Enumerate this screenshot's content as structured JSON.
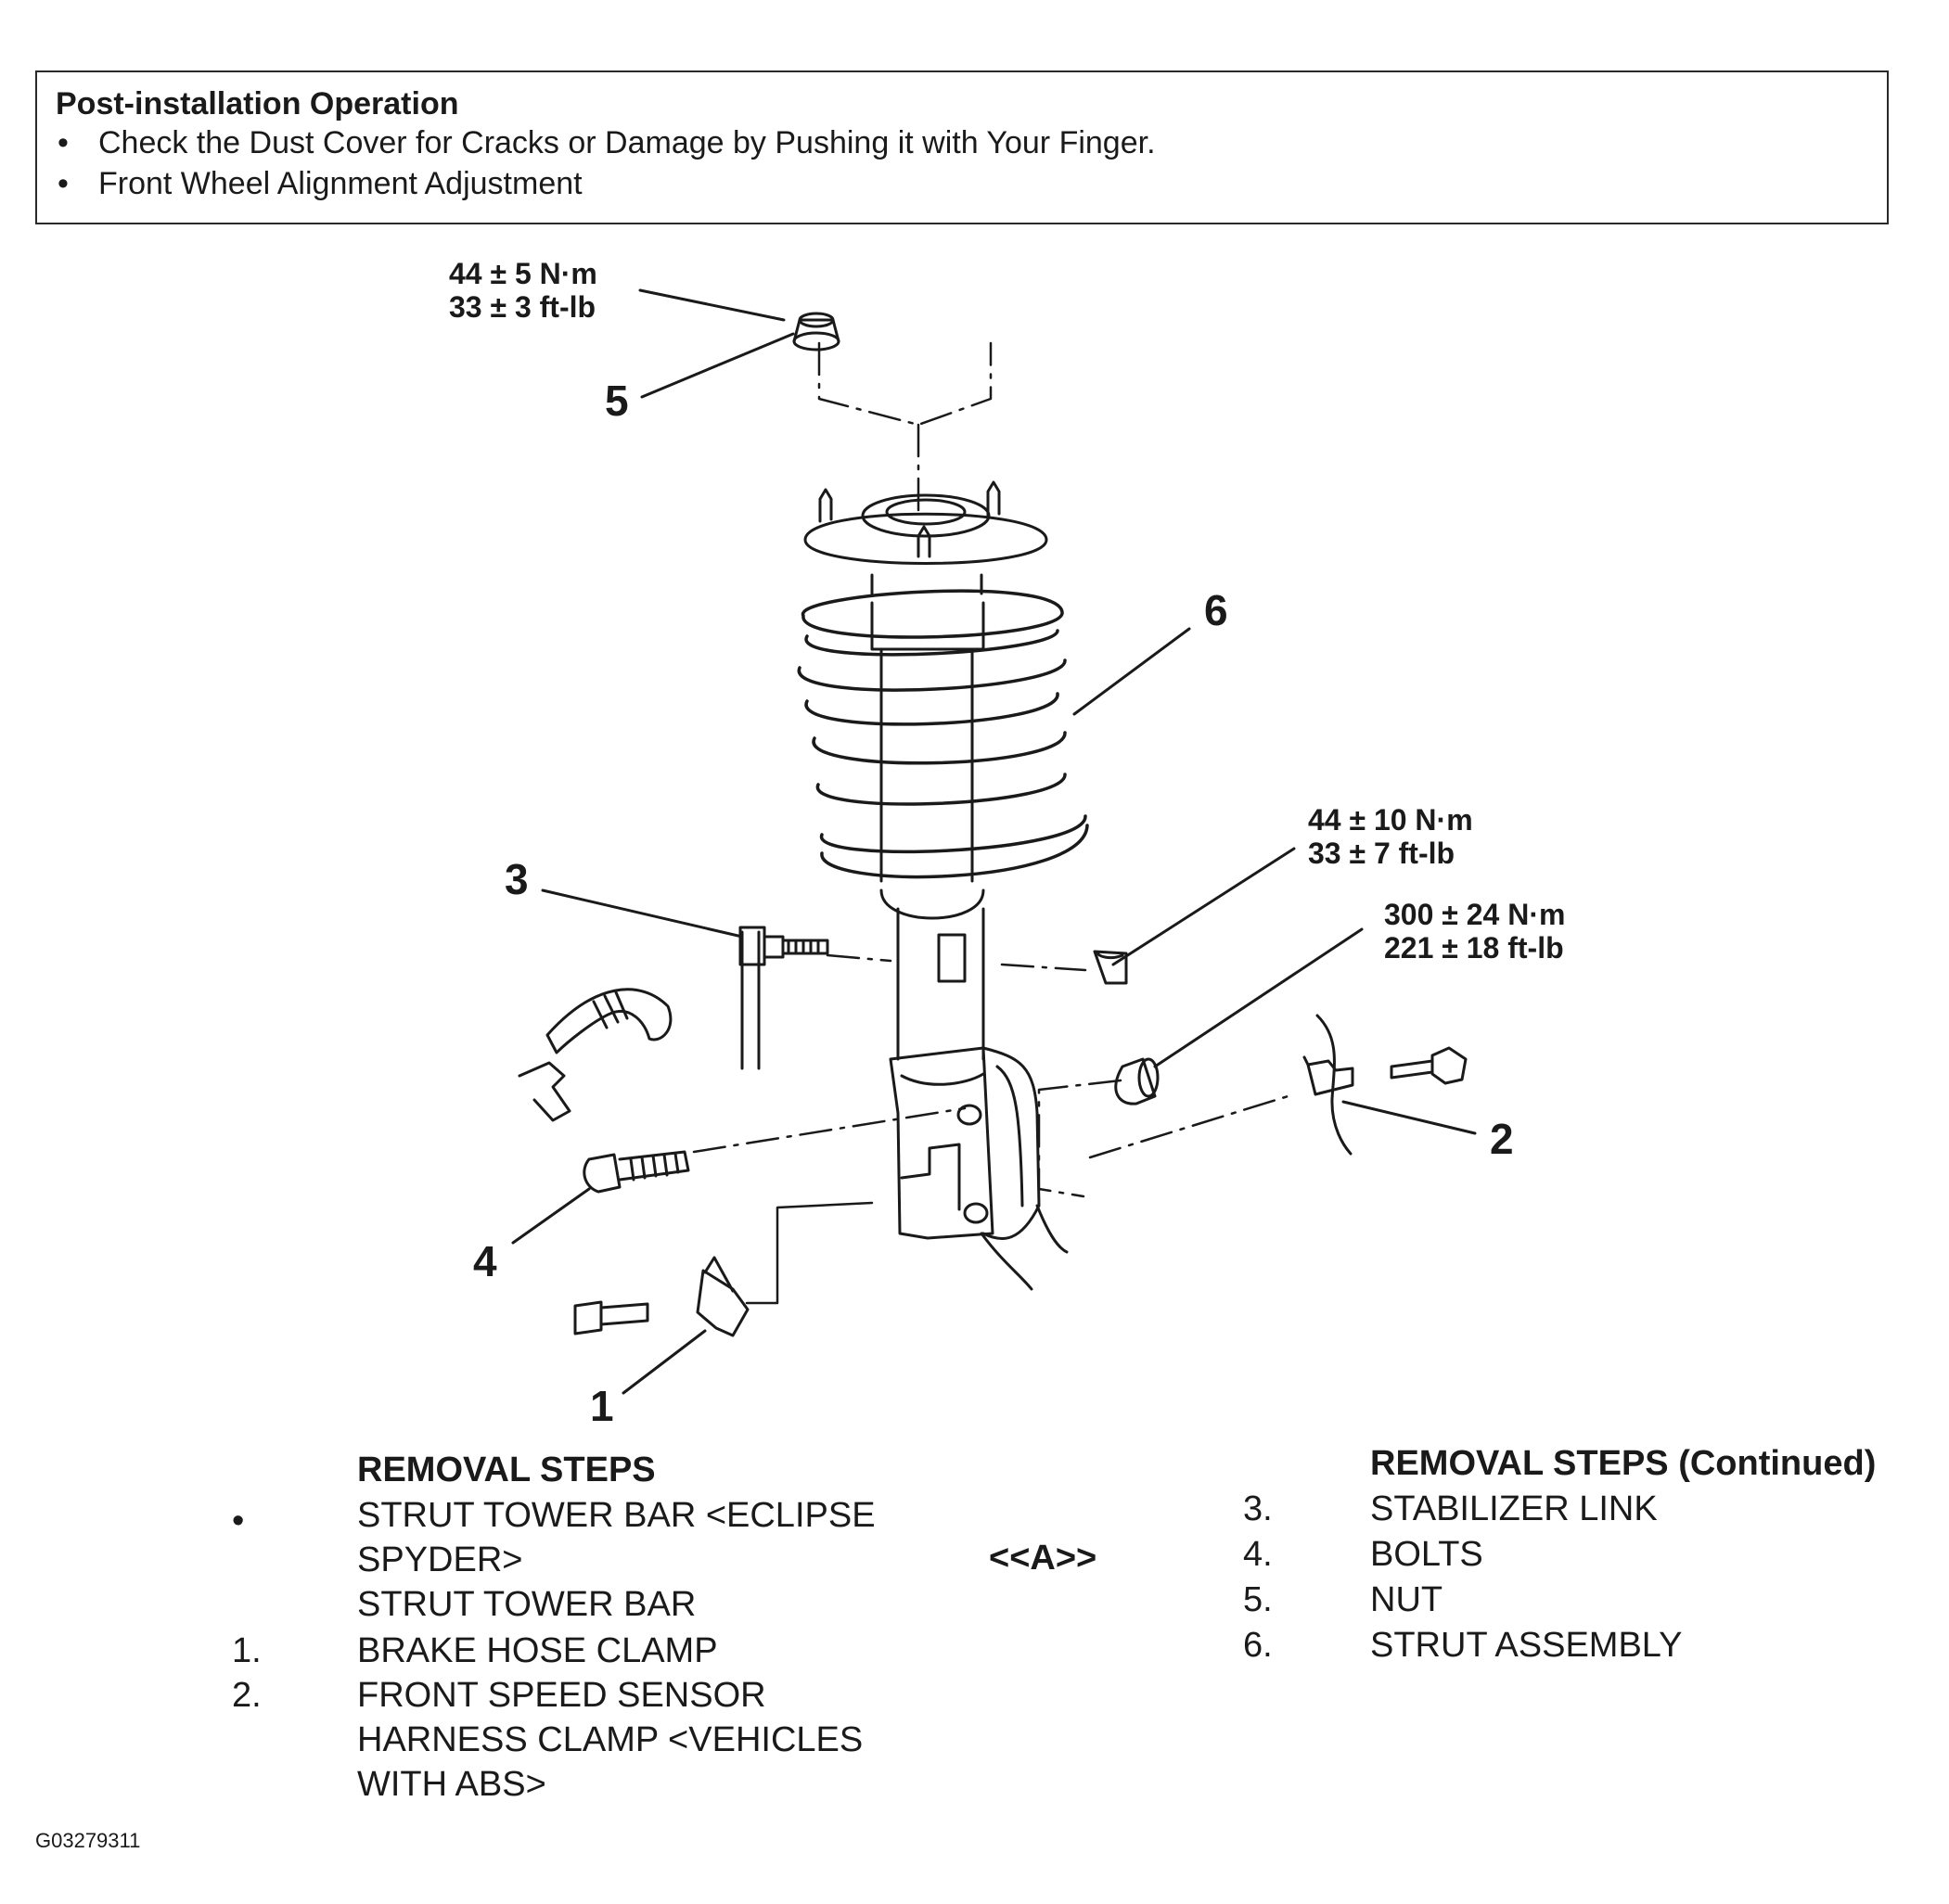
{
  "post_install": {
    "title": "Post-installation Operation",
    "items": [
      "Check the Dust Cover for Cracks or Damage by Pushing it with Your Finger.",
      "Front Wheel Alignment Adjustment"
    ]
  },
  "diagram": {
    "torque_nut": [
      "44 ± 5 N·m",
      "33 ± 3 ft-lb"
    ],
    "torque_link": [
      "44 ± 10 N·m",
      "33 ± 7 ft-lb"
    ],
    "torque_bolts": [
      "300 ± 24 N·m",
      "221 ± 18 ft-lb"
    ],
    "callouts": [
      "1",
      "2",
      "3",
      "4",
      "5",
      "6"
    ]
  },
  "removal": {
    "title": "REMOVAL STEPS",
    "bullet": "•",
    "rows": [
      {
        "num": "",
        "text": "STRUT TOWER BAR <ECLIPSE"
      },
      {
        "num": "",
        "text": "SPYDER>"
      },
      {
        "num": "",
        "text": "STRUT TOWER BAR"
      },
      {
        "num": "1.",
        "text": "BRAKE HOSE CLAMP"
      },
      {
        "num": "2.",
        "text": "FRONT SPEED SENSOR"
      },
      {
        "num": "",
        "text": "HARNESS CLAMP <VEHICLES"
      },
      {
        "num": "",
        "text": "WITH ABS>"
      }
    ],
    "ref": "<<A>>"
  },
  "removal_continued": {
    "title": "REMOVAL STEPS (Continued)",
    "rows": [
      {
        "num": "3.",
        "text": "STABILIZER LINK"
      },
      {
        "num": "4.",
        "text": "BOLTS"
      },
      {
        "num": "5.",
        "text": "NUT"
      },
      {
        "num": "6.",
        "text": "STRUT ASSEMBLY"
      }
    ]
  },
  "figure_id": "G03279311"
}
